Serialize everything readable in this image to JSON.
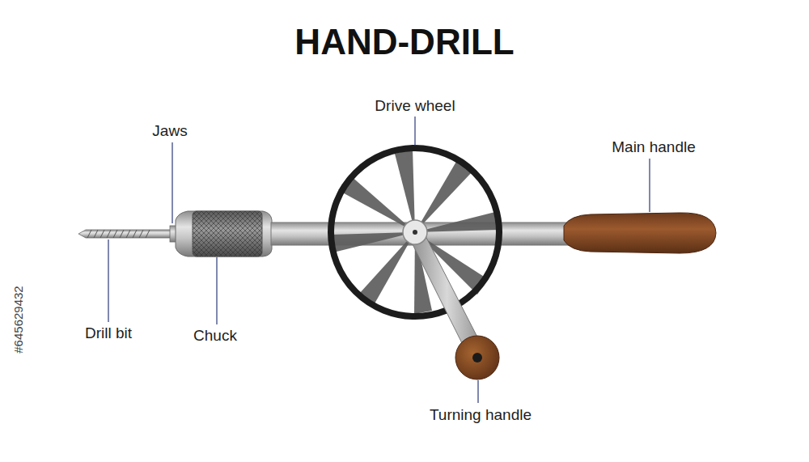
{
  "diagram": {
    "title": "HAND-DRILL",
    "labels": [
      "Jaws",
      "Drive wheel",
      "Main handle",
      "Drill bit",
      "Chuck",
      "Turning handle",
      "#645629432"
    ]
  }
}
